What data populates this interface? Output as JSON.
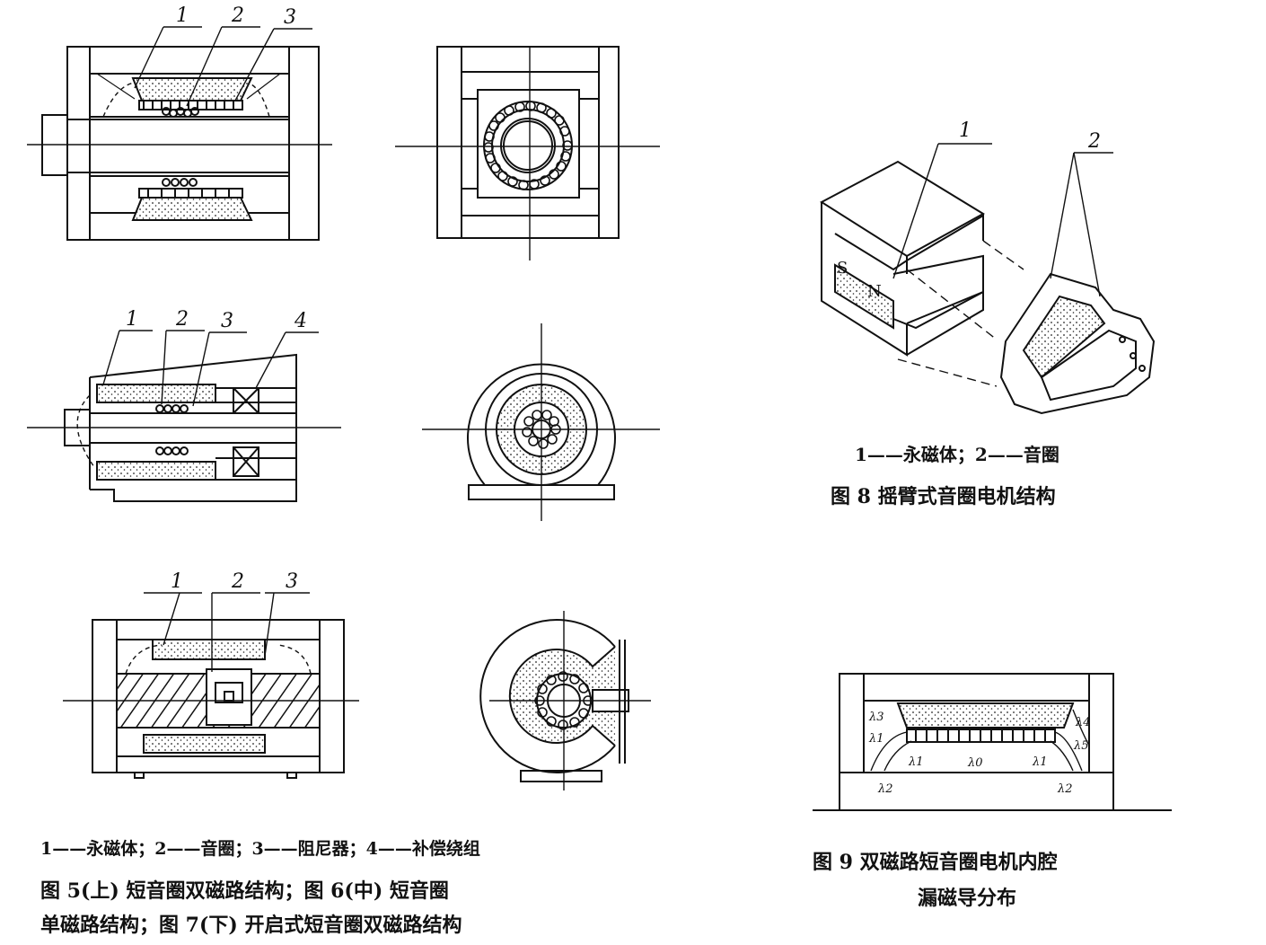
{
  "fig5": {
    "labels": [
      "1",
      "2",
      "3"
    ]
  },
  "fig6": {
    "labels": [
      "1",
      "2",
      "3",
      "4"
    ]
  },
  "fig7": {
    "labels": [
      "1",
      "2",
      "3"
    ]
  },
  "fig8": {
    "labels": [
      "1",
      "2"
    ],
    "magnet_s": "S",
    "magnet_n": "N",
    "legend": "1——永磁体；2——音圈",
    "caption": "图  8   摇臂式音圈电机结构"
  },
  "fig9": {
    "labels": [
      "λ3",
      "λ1",
      "λ1",
      "λ0",
      "λ1",
      "λ2",
      "λ2",
      "λ4",
      "λ5"
    ],
    "caption_line1": "图  9   双磁路短音圈电机内腔",
    "caption_line2": "漏磁导分布"
  },
  "left_captions": {
    "legend": "1——永磁体；2——音圈；3——阻尼器；4——补偿绕组",
    "line1": "图  5(上)   短音圈双磁路结构；图  6(中)   短音圈",
    "line2": "单磁路结构；图  7(下)   开启式短音圈双磁路结构"
  }
}
